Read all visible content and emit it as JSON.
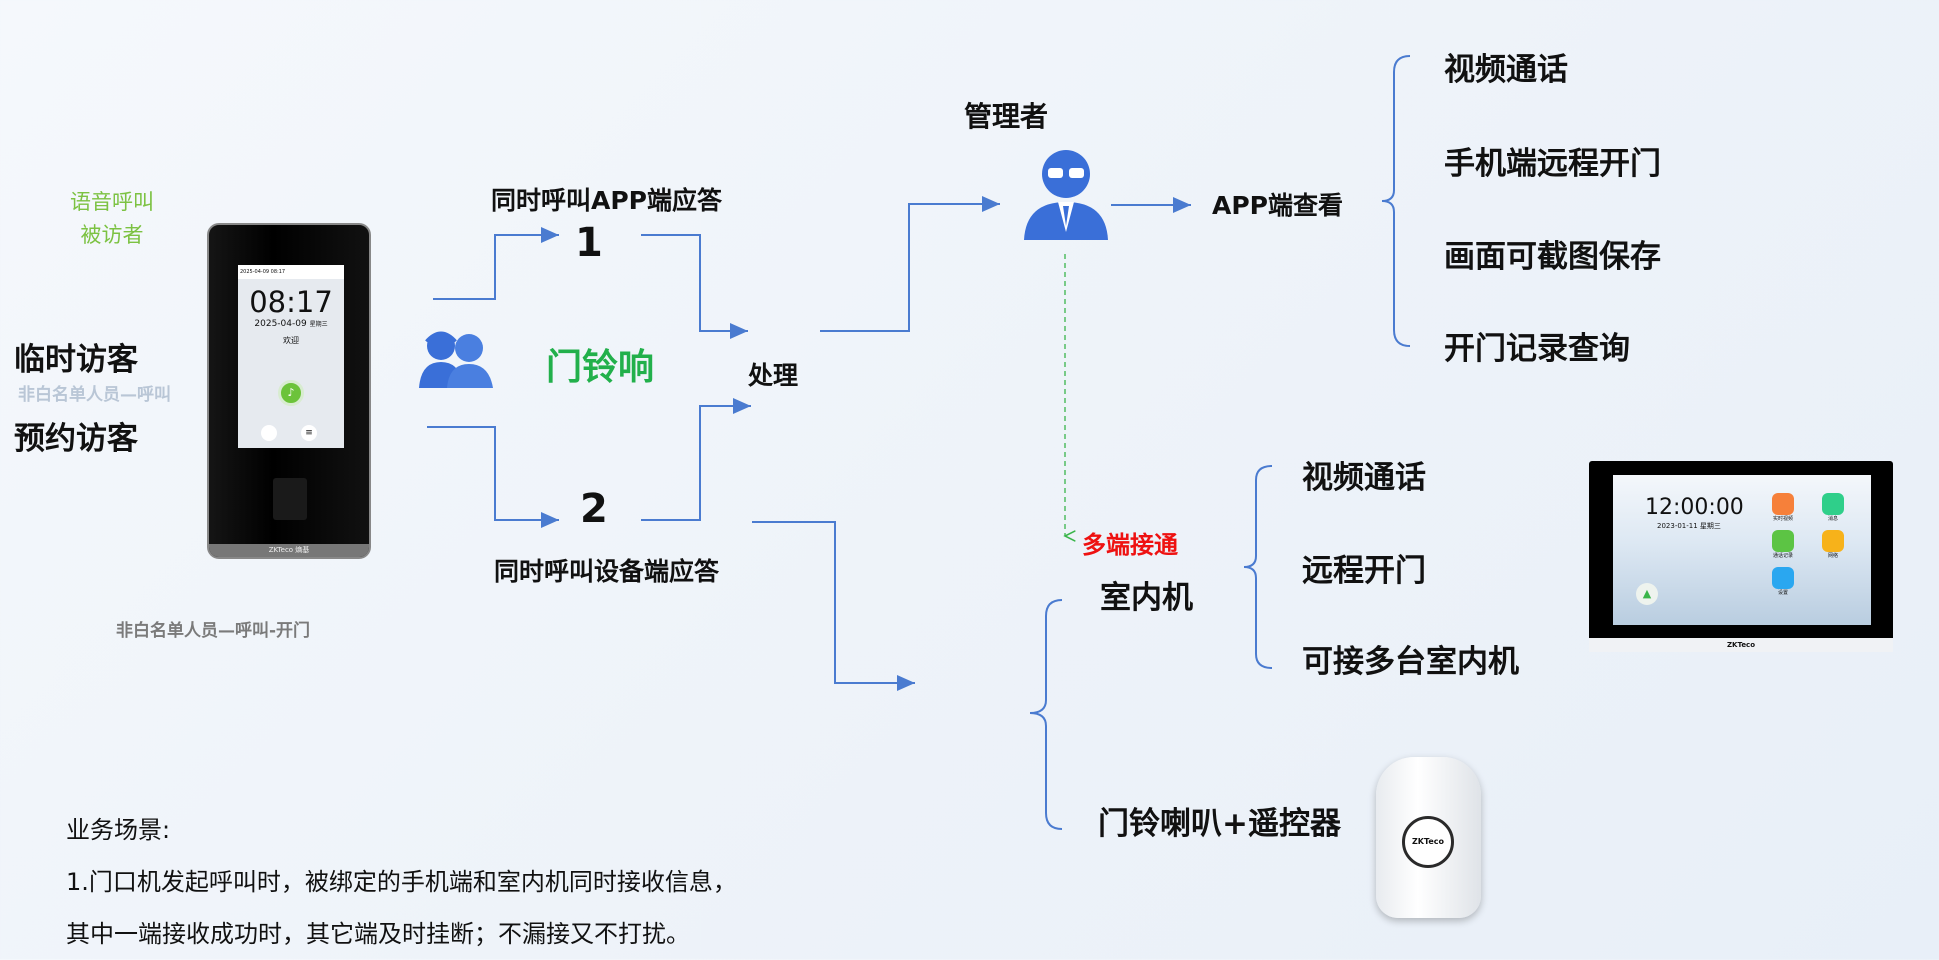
{
  "left": {
    "voice_call": [
      "语音呼叫",
      "被访者"
    ],
    "visitor_temp": "临时访客",
    "visitor_booked": "预约访客",
    "overlay_text": "非白名单人员—呼叫",
    "caption": "非白名单人员—呼叫-开门"
  },
  "door_device": {
    "status_time": "2025-04-09 08:17",
    "clock": "08:17",
    "date": "2025-04-09",
    "weekday": "星期三",
    "welcome": "欢迎",
    "brand": "ZKTeco 熵基"
  },
  "center": {
    "doorbell": "门铃响",
    "call_app": "同时呼叫APP端应答",
    "num1": "1",
    "process": "处理",
    "num2": "2",
    "call_device": "同时呼叫设备端应答"
  },
  "manager": {
    "label": "管理者",
    "app_view": "APP端查看",
    "features": [
      "视频通话",
      "手机端远程开门",
      "画面可截图保存",
      "开门记录查询"
    ]
  },
  "multi": {
    "label": "多端接通",
    "indoor": "室内机",
    "features": [
      "视频通话",
      "远程开门",
      "可接多台室内机"
    ],
    "speaker": "门铃喇叭+遥控器"
  },
  "indoor_device": {
    "clock": "12:00:00",
    "date": "2023-01-11",
    "weekday": "星期三",
    "apps": [
      "实时视频",
      "消息",
      "通话记录",
      "网络",
      "设置"
    ],
    "brand": "ZKTeco"
  },
  "remote": {
    "brand": "ZKTeco"
  },
  "scenario": {
    "title": "业务场景:",
    "lines": [
      "1.门口机发起呼叫时，被绑定的手机端和室内机同时接收信息，",
      "其中一端接收成功时，其它端及时挂断；不漏接又不打扰。"
    ]
  },
  "colors": {
    "line": "#4a7bd0",
    "green": "#22b04b",
    "light_green": "#7cc242",
    "red": "#ee1111"
  }
}
